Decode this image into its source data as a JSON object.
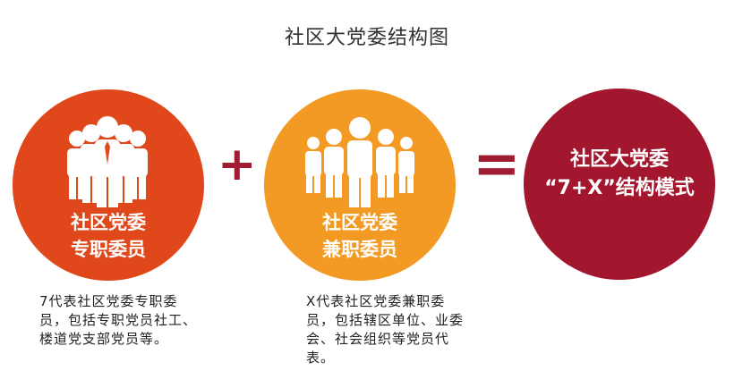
{
  "title": "社区大党委结构图",
  "circles": [
    {
      "line1": "社区党委",
      "line2": "专职委员",
      "color": "#e0481b"
    },
    {
      "line1": "社区党委",
      "line2": "兼职委员",
      "color": "#f29a23"
    },
    {
      "line1": "社区大党委",
      "line2": "“7+X”结构模式",
      "color": "#a3172e"
    }
  ],
  "operators": {
    "plus": "+",
    "equals": "="
  },
  "descriptions": [
    "7代表社区党委专职委员，包括专职党员社工、楼道党支部党员等。",
    "X代表社区党委兼职委员，包括辖区单位、业委会、社会组织等党员代表。"
  ],
  "icons": [
    "group-of-people-icon",
    "group-of-people-icon"
  ]
}
